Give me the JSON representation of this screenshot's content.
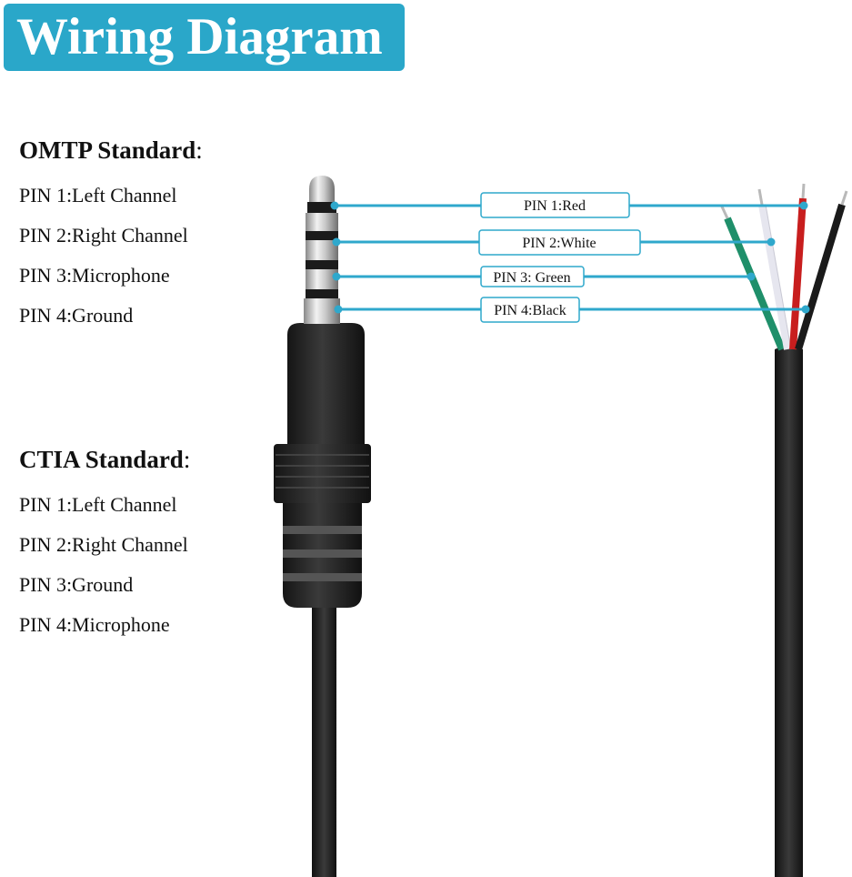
{
  "title": "Wiring Diagram",
  "omtp": {
    "heading": "OMTP Standard",
    "colon": ":",
    "pins": [
      "PIN 1:Left Channel",
      "PIN 2:Right Channel",
      "PIN 3:Microphone",
      "PIN 4:Ground"
    ]
  },
  "ctia": {
    "heading": "CTIA Standard",
    "colon": ":",
    "pins": [
      "PIN 1:Left Channel",
      "PIN 2:Right Channel",
      "PIN 3:Ground",
      "PIN 4:Microphone"
    ]
  },
  "wire_labels": [
    "PIN 1:Red",
    "PIN 2:White",
    "PIN 3: Green",
    "PIN 4:Black"
  ],
  "colors": {
    "accent": "#2aa7c9",
    "leader": "#2fa8cc",
    "wire_red": "#c81e1e",
    "wire_white": "#e8e8ee",
    "wire_green": "#1f8f6a",
    "wire_black": "#1a1a1a",
    "plug_body": "#202020"
  }
}
